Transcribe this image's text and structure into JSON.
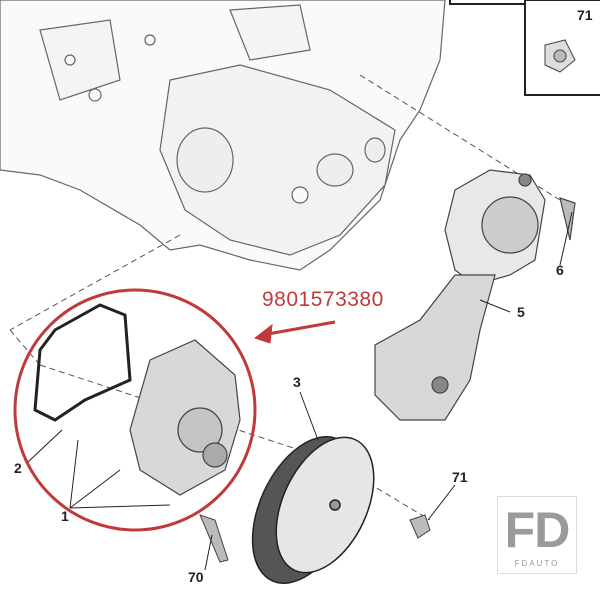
{
  "part_number": "9801573380",
  "callouts": {
    "c71_box": "71",
    "c6": "6",
    "c5": "5",
    "c3": "3",
    "c2": "2",
    "c1": "1",
    "c71": "71",
    "c70": "70"
  },
  "logo": {
    "mark": "FD",
    "name": "FDAUTO"
  },
  "colors": {
    "highlight": "#c0393b",
    "line": "#555555"
  }
}
